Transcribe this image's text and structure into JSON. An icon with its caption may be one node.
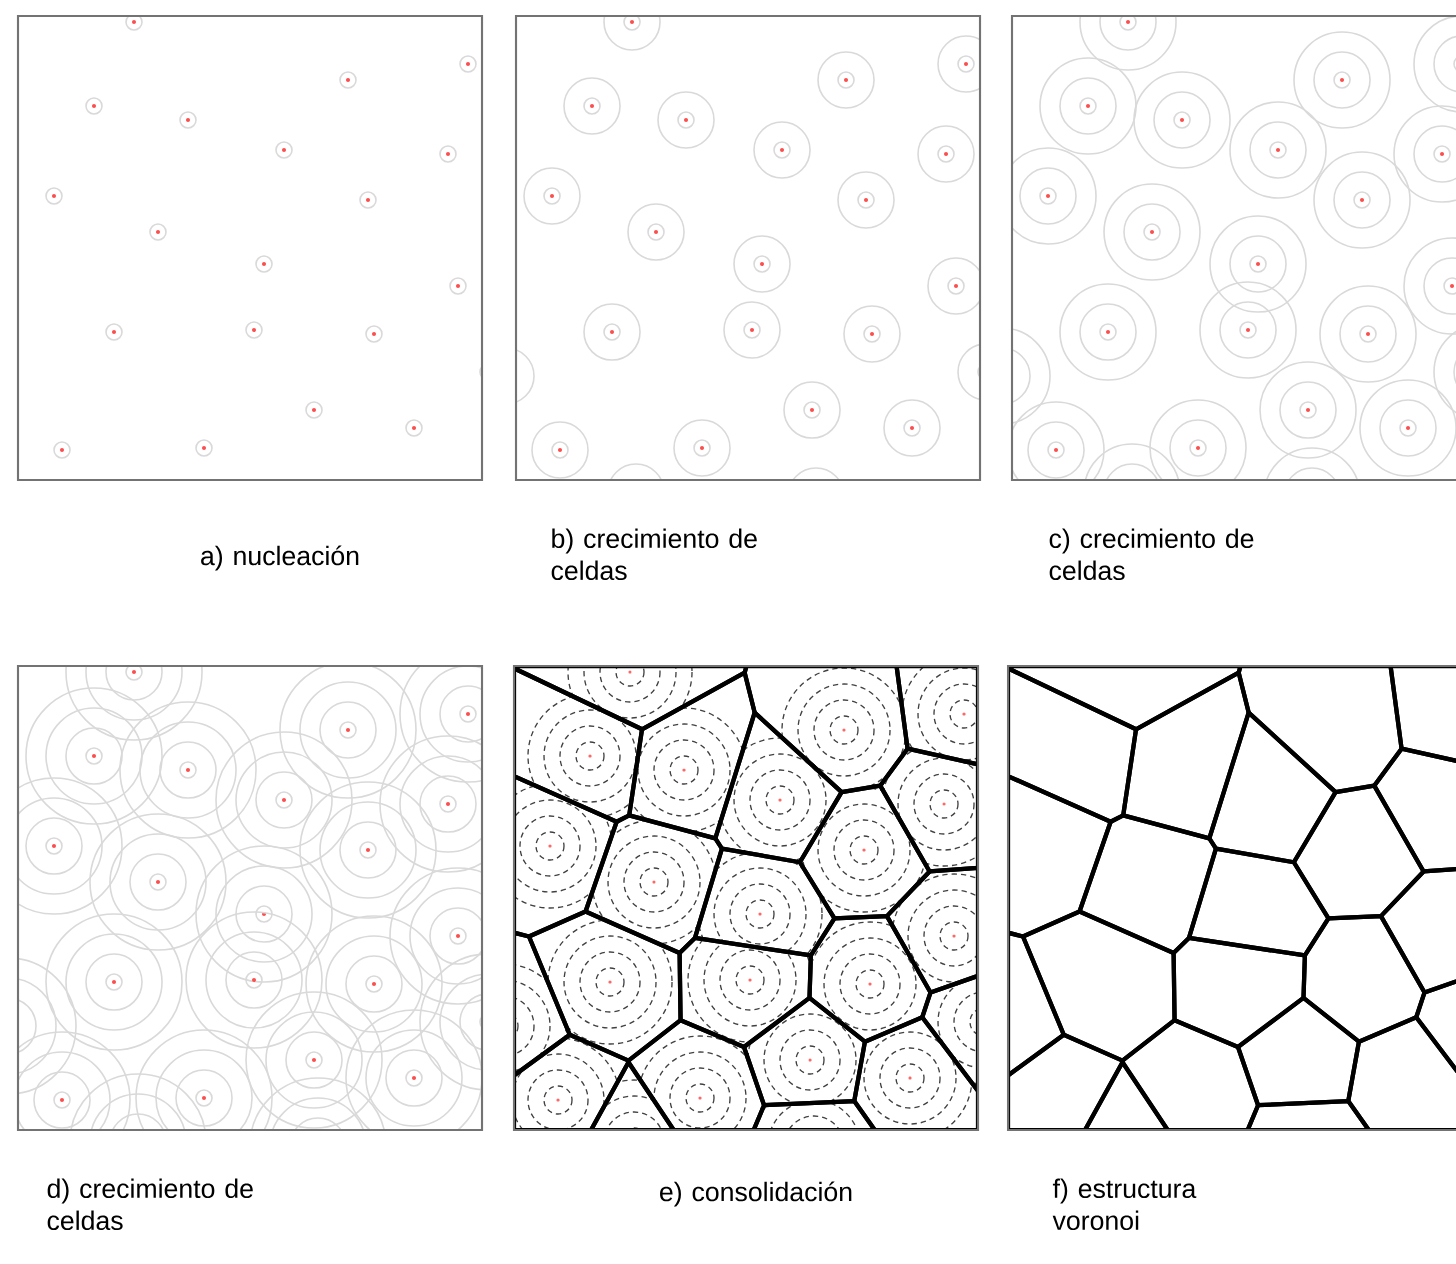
{
  "diagram": {
    "labels": [
      "a) nucleación",
      "b) crecimiento de celdas",
      "c) crecimiento de celdas",
      "d) crecimiento de celdas",
      "e) consolidación",
      "f) estructura voronoi"
    ]
  }
}
